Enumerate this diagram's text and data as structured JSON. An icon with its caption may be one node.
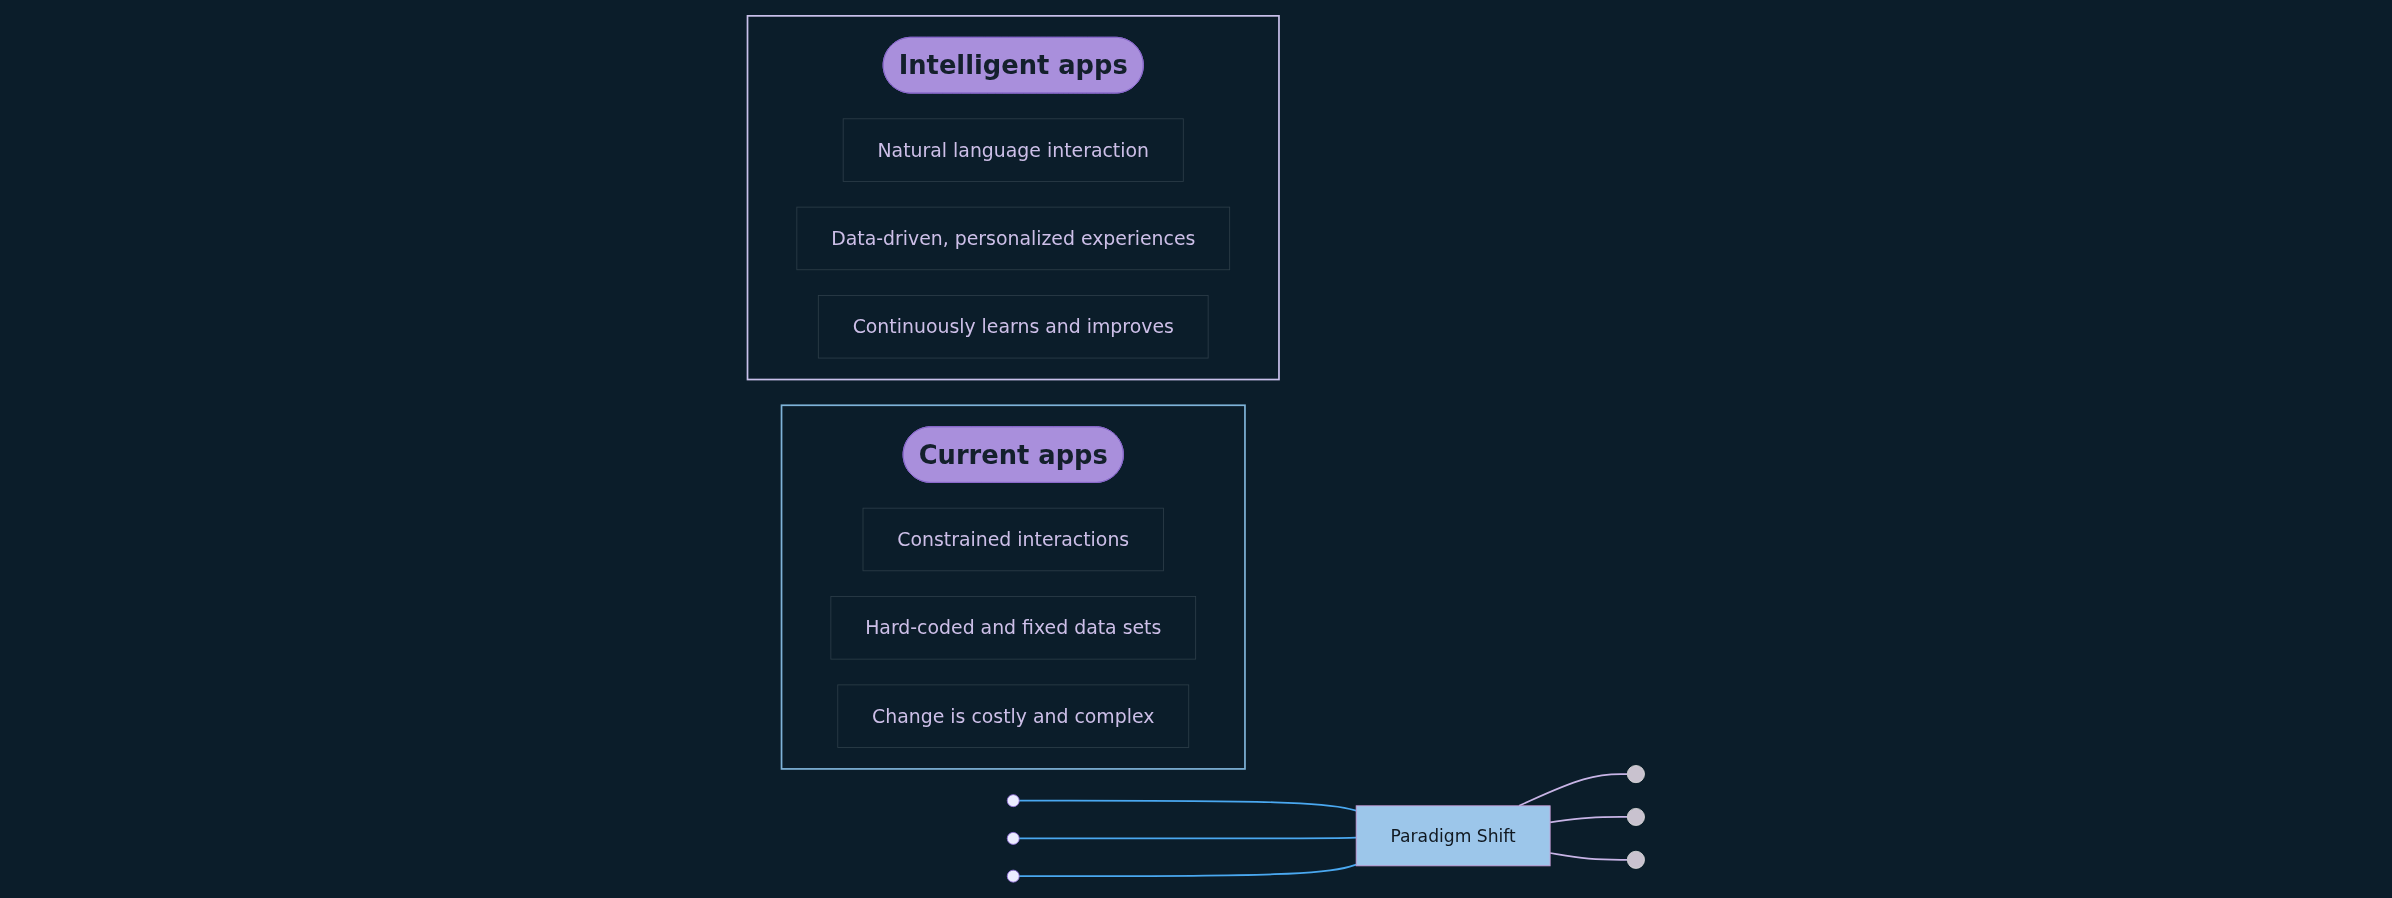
{
  "diagram": {
    "nodes": [
      {
        "text": [],
        "shape": "box"
      },
      {
        "text": [
          "Current apps"
        ],
        "in": 0
      },
      {
        "text": [
          "Constrained interactions"
        ],
        "in": 0
      },
      {
        "text": [
          "Hard-coded and fixed data sets"
        ],
        "in": 0
      },
      {
        "text": [
          "Change is costly and complex"
        ],
        "in": 0
      },
      {
        "text": [],
        "shape": "circle"
      },
      {
        "text": [],
        "shape": "circle"
      },
      {
        "text": [],
        "shape": "circle"
      },
      {
        "text": [
          "Paradigm Shift"
        ]
      },
      {
        "text": [],
        "shape": "circle"
      },
      {
        "text": [],
        "shape": "circle"
      },
      {
        "text": [],
        "shape": "circle"
      },
      {
        "text": [],
        "shape": "box"
      },
      {
        "text": [
          "Intelligent apps"
        ],
        "in": 12
      },
      {
        "text": [
          "Natural language interaction"
        ],
        "in": 12
      },
      {
        "text": [
          "Data-driven, personalized experiences"
        ],
        "in": 12
      },
      {
        "text": [
          "Continuously learns and improves"
        ],
        "in": 12
      }
    ],
    "edges": [
      {
        "from": 5,
        "to": 8,
        "arrow": "none",
        "color": "#4aa8f0"
      },
      {
        "from": 6,
        "to": 8,
        "arrow": "none",
        "color": "#4aa8f0"
      },
      {
        "from": 7,
        "to": 8,
        "arrow": "none",
        "color": "#4aa8f0"
      },
      {
        "from": 8,
        "to": 9,
        "arrow": "none",
        "color": "#c8b4e6"
      },
      {
        "from": 8,
        "to": 10,
        "arrow": "none",
        "color": "#c8b4e6"
      },
      {
        "from": 8,
        "to": 11,
        "arrow": "none",
        "color": "#c8b4e6"
      }
    ]
  }
}
